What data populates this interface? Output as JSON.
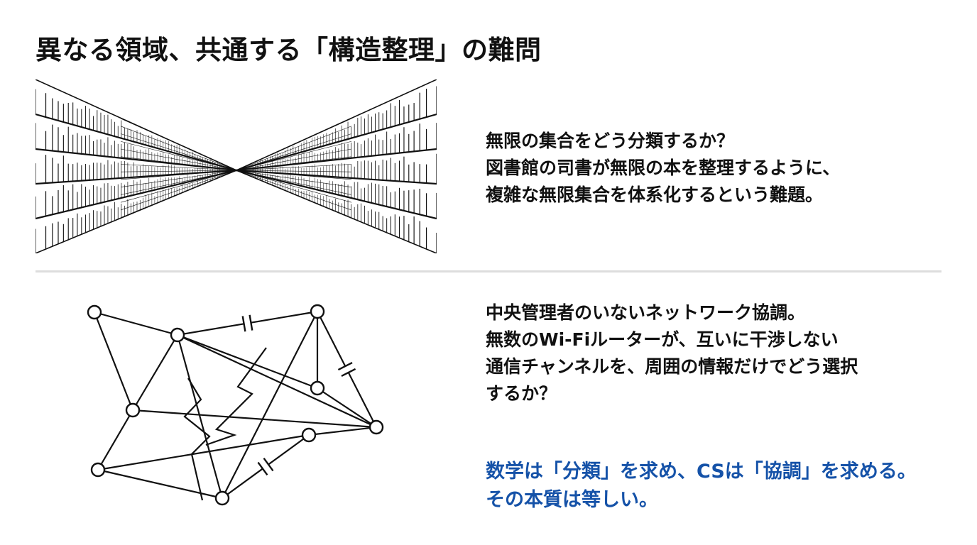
{
  "title": "異なる領域、共通する「構造整理」の難問",
  "sections": {
    "classification": {
      "lines": [
        "無限の集合をどう分類するか？",
        "図書館の司書が無限の本を整理するように、",
        "複雑な無限集合を体系化するという難題。"
      ]
    },
    "network": {
      "lines": [
        "中央管理者のいないネットワーク協調。",
        "無数のWi-Fiルーターが、互いに干渉しない",
        "通信チャンネルを、周囲の情報だけでどう選択",
        "するか？"
      ]
    }
  },
  "conclusion": {
    "lines": [
      "数学は「分類」を求め、CSは「協調」を求める。",
      "その本質は等しい。"
    ]
  },
  "colors": {
    "text": "#111111",
    "accent": "#1552a8",
    "divider": "#dddddd"
  },
  "icons": {
    "top_illustration": "library-bookshelves-perspective",
    "bottom_illustration": "wifi-router-network-graph"
  }
}
